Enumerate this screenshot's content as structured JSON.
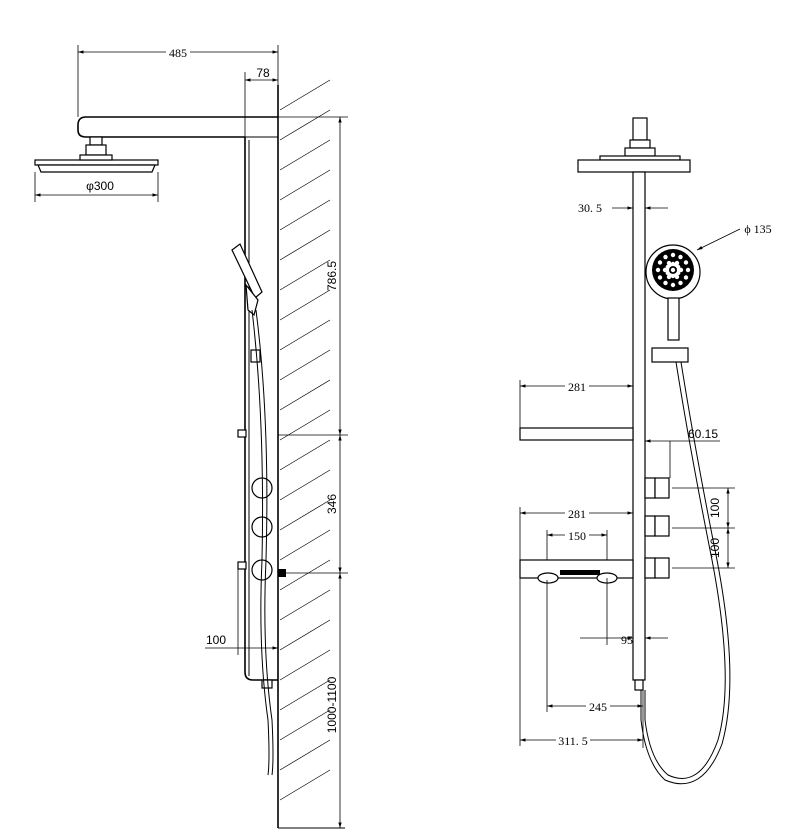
{
  "side_view": {
    "dimensions": {
      "arm_length": "485",
      "panel_depth": "78",
      "head_diameter": "φ300",
      "head_to_shelf": "786.5",
      "shelf_to_outlet": "346",
      "outlet_to_floor": "1000-1100",
      "outlet_offset": "100"
    }
  },
  "front_view": {
    "dimensions": {
      "pipe_offset": "30. 5",
      "handheld_diameter": "ϕ 135",
      "shelf_top_width": "281",
      "valve_offset": "60.15",
      "shelf_bottom_width": "281",
      "shelf_inner_width": "150",
      "valve_spacing_1": "100",
      "valve_spacing_2": "100",
      "outlet_offset": "95",
      "bottom_width": "245",
      "total_width": "311. 5"
    }
  }
}
